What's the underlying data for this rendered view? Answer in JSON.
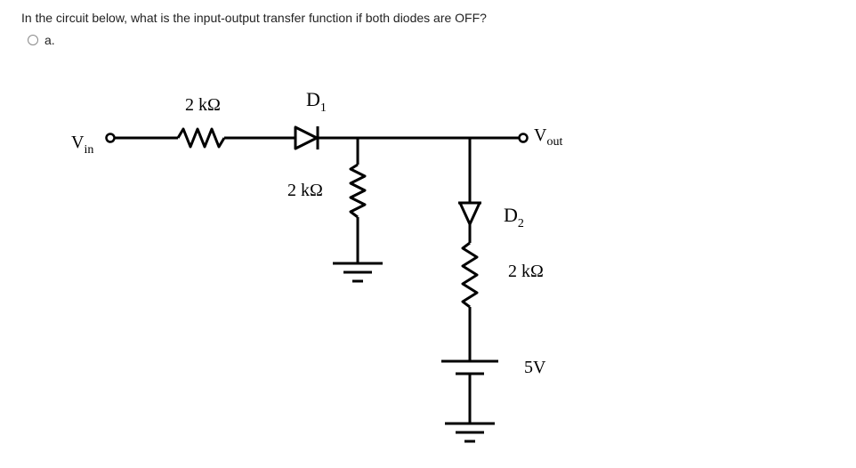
{
  "question": {
    "text": "In the circuit below, what is the input-output transfer function if both diodes are OFF?"
  },
  "options": [
    {
      "label": "a."
    }
  ],
  "circuit": {
    "labels": {
      "vin_main": "V",
      "vin_sub": "in",
      "vout_main": "V",
      "vout_sub": "out",
      "r1": "2 kΩ",
      "d1_main": "D",
      "d1_sub": "1",
      "r2": "2 kΩ",
      "d2_main": "D",
      "d2_sub": "2",
      "r3": "2 kΩ",
      "source": "5V"
    }
  }
}
